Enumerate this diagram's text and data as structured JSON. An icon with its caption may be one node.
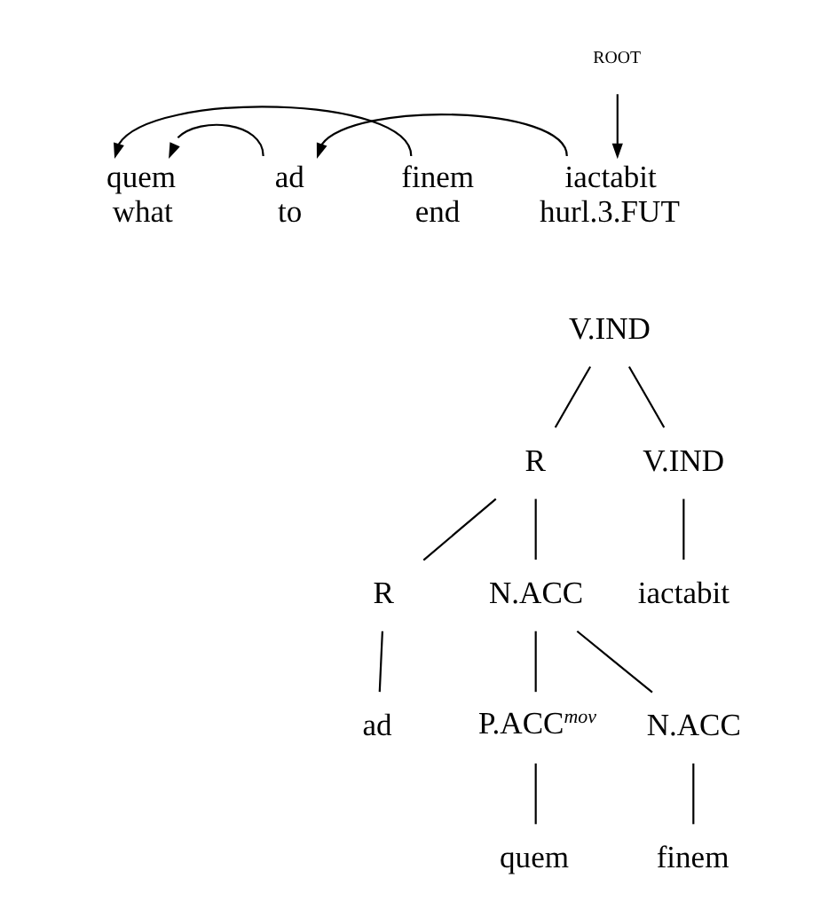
{
  "diagram": {
    "nodes": [
      {
        "text": [
          "ROOT"
        ]
      },
      {
        "text": [
          "quem",
          "what"
        ]
      },
      {
        "text": [
          "ad",
          "to"
        ]
      },
      {
        "text": [
          "finem",
          "end"
        ]
      },
      {
        "text": [
          "iactabit",
          "hurl.3.FUT"
        ]
      },
      {
        "text": [
          "V.IND"
        ]
      },
      {
        "text": [
          "R"
        ]
      },
      {
        "text": [
          "V.IND"
        ]
      },
      {
        "text": [
          "R"
        ]
      },
      {
        "text": [
          "N.ACC"
        ]
      },
      {
        "text": [
          "iactabit"
        ]
      },
      {
        "text": [
          "ad"
        ]
      },
      {
        "text": [
          "P.ACC$^{mov}$"
        ]
      },
      {
        "text": [
          "N.ACC"
        ]
      },
      {
        "text": [
          "quem"
        ]
      },
      {
        "text": [
          "finem"
        ]
      }
    ],
    "edges": [
      {
        "from": 0,
        "to": 4,
        "arrow": "to"
      },
      {
        "from": 4,
        "to": 2,
        "arrow": "to"
      },
      {
        "from": 2,
        "to": 1,
        "arrow": "to"
      },
      {
        "from": 3,
        "to": 1,
        "arrow": "to"
      },
      {
        "from": 5,
        "to": 6,
        "arrow": "none"
      },
      {
        "from": 5,
        "to": 7,
        "arrow": "none"
      },
      {
        "from": 6,
        "to": 8,
        "arrow": "none"
      },
      {
        "from": 6,
        "to": 9,
        "arrow": "none"
      },
      {
        "from": 7,
        "to": 10,
        "arrow": "none"
      },
      {
        "from": 8,
        "to": 11,
        "arrow": "none"
      },
      {
        "from": 9,
        "to": 12,
        "arrow": "none"
      },
      {
        "from": 9,
        "to": 13,
        "arrow": "none"
      },
      {
        "from": 12,
        "to": 14,
        "arrow": "none"
      },
      {
        "from": 13,
        "to": 15,
        "arrow": "none"
      }
    ]
  }
}
